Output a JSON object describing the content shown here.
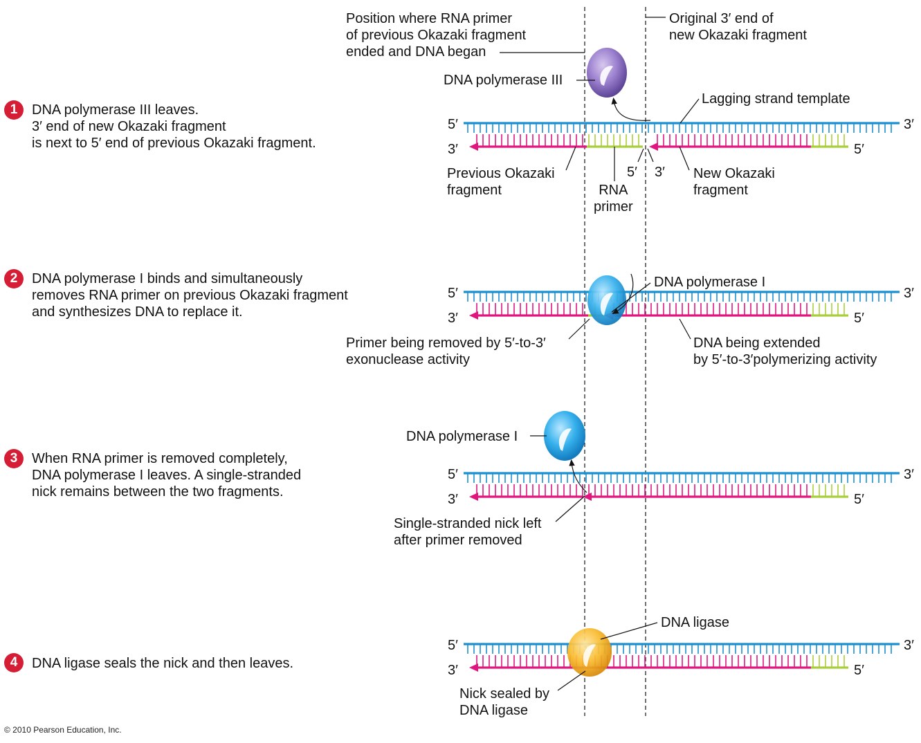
{
  "colors": {
    "template_strand": "#1b8fd2",
    "new_strand": "#e0157e",
    "rna_primer": "#a8cf3b",
    "step_badge": "#d51e36",
    "pol3": "#8a6cc0",
    "pol1": "#27a6e6",
    "ligase": "#f6b21b"
  },
  "icons": {
    "pol3": "dna-polymerase-iii-icon",
    "pol1": "dna-polymerase-i-icon",
    "ligase": "dna-ligase-icon"
  },
  "top": {
    "position_label": "Position where RNA primer\nof previous Okazaki fragment\nended and DNA began",
    "original_end_label": "Original 3′ end of\nnew Okazaki fragment"
  },
  "ends": {
    "five": "5′",
    "three": "3′"
  },
  "steps": [
    {
      "number": "1",
      "text": "DNA polymerase III leaves.\n3′ end of new Okazaki fragment\nis next to 5′ end of previous Okazaki fragment.",
      "labels": {
        "pol3": "DNA polymerase III",
        "template": "Lagging strand template",
        "previous": "Previous Okazaki\nfragment",
        "rna_primer": "RNA\nprimer",
        "gap_5": "5′",
        "gap_3": "3′",
        "new_fragment": "New Okazaki\nfragment"
      }
    },
    {
      "number": "2",
      "text": "DNA polymerase I binds and simultaneously\nremoves RNA primer on previous Okazaki fragment\nand synthesizes DNA to replace it.",
      "labels": {
        "pol1": "DNA polymerase I",
        "primer_removed": "Primer being removed by 5′-to-3′\nexonuclease activity",
        "dna_extended": "DNA being extended\nby 5′-to-3′polymerizing activity"
      }
    },
    {
      "number": "3",
      "text": "When RNA primer is removed completely,\nDNA polymerase I leaves. A single-stranded\nnick remains between the two fragments.",
      "labels": {
        "pol1": "DNA polymerase I",
        "nick": "Single-stranded nick left\nafter primer removed"
      }
    },
    {
      "number": "4",
      "text": "DNA ligase seals the nick and then leaves.",
      "labels": {
        "ligase": "DNA ligase",
        "nick_sealed": "Nick sealed by\nDNA ligase"
      }
    }
  ],
  "copyright": "© 2010 Pearson Education, Inc."
}
